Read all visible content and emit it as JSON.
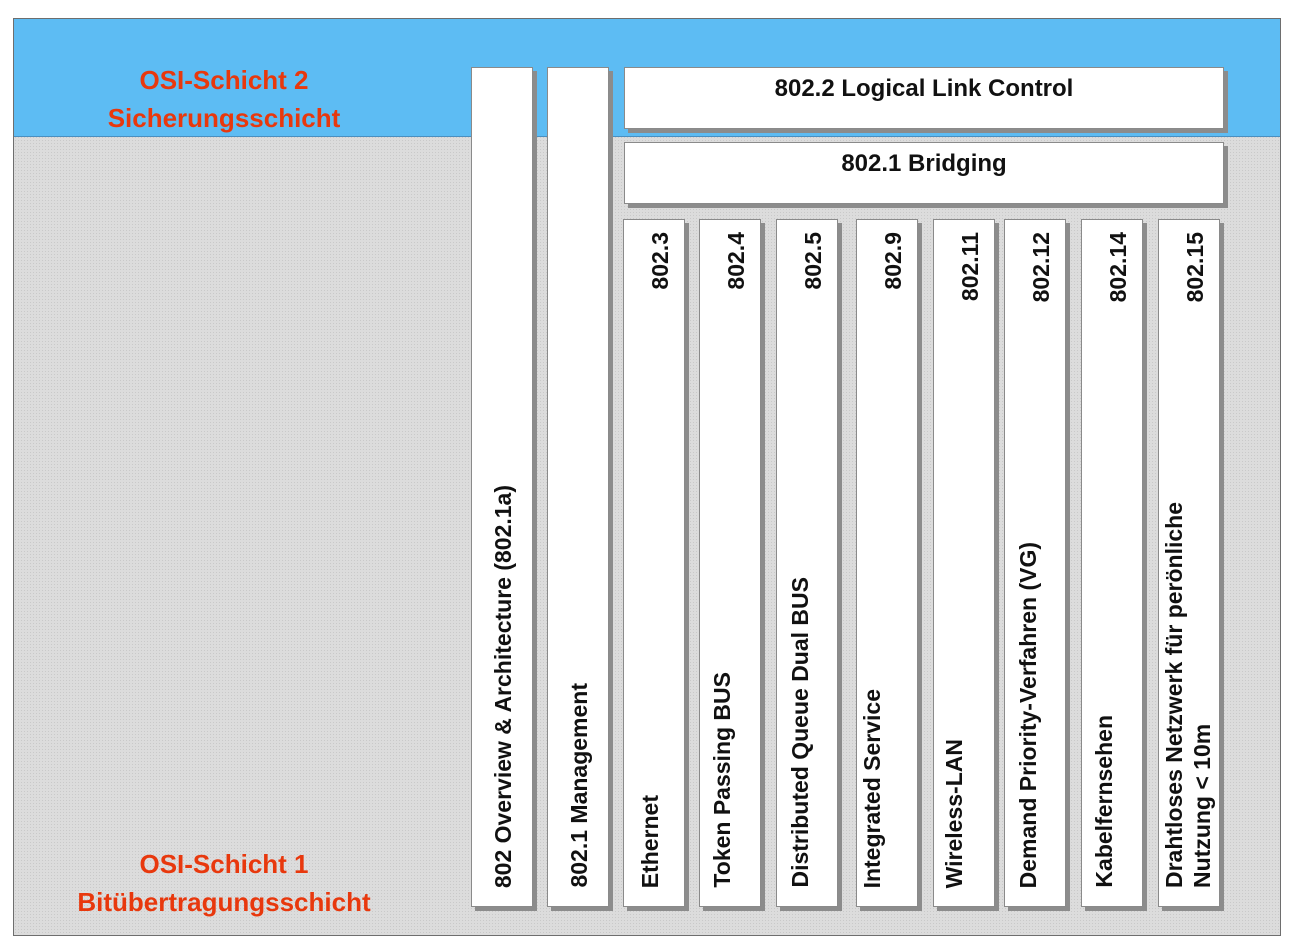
{
  "layers": {
    "layer2_line1": "OSI-Schicht 2",
    "layer2_line2": "Sicherungsschicht",
    "layer1_line1": "OSI-Schicht 1",
    "layer1_line2": "Bitübertragungsschicht"
  },
  "top_boxes": {
    "llc": "802.2 Logical Link Control",
    "bridging": "802.1 Bridging"
  },
  "side_columns": {
    "overview": "802 Overview & Architecture (802.1a)",
    "management": "802.1 Management"
  },
  "standards": [
    {
      "number": "802.3",
      "name": "Ethernet"
    },
    {
      "number": "802.4",
      "name": "Token Passing BUS"
    },
    {
      "number": "802.5",
      "name": "Distributed Queue Dual BUS"
    },
    {
      "number": "802.9",
      "name": "Integrated Service"
    },
    {
      "number": "802.11",
      "name": "Wireless-LAN"
    },
    {
      "number": "802.12",
      "name": "Demand Priority-Verfahren (VG)"
    },
    {
      "number": "802.14",
      "name": "Kabelfernsehen"
    },
    {
      "number": "802.15",
      "name": "Drahtloses Netzwerk für perönliche\nNutzung < 10m"
    }
  ],
  "colors": {
    "layer2_band": "#5dbcf3",
    "layer1_band": "#dcdcdc",
    "label_text": "#e8380d"
  }
}
